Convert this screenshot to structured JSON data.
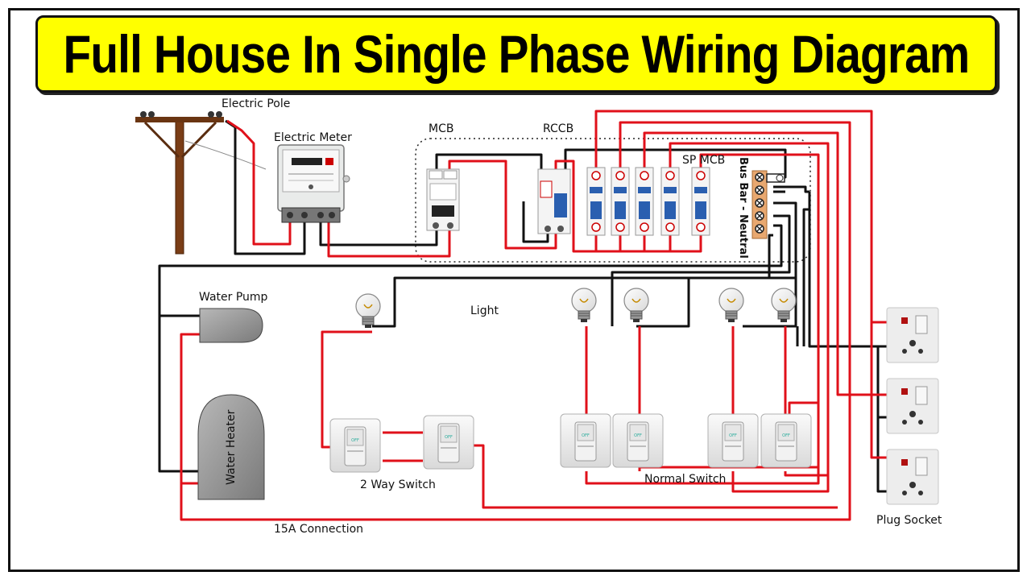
{
  "title": "Full House In Single Phase Wiring Diagram",
  "labels": {
    "electric_pole": "Electric Pole",
    "electric_meter": "Electric Meter",
    "mcb": "MCB",
    "rccb": "RCCB",
    "sp_mcb": "SP MCB",
    "bus_bar": "Bus Bar - Neutral",
    "water_pump": "Water Pump",
    "water_heater": "Water Heater",
    "light": "Light",
    "two_way_switch": "2 Way Switch",
    "normal_switch": "Normal Switch",
    "plug_socket": "Plug Socket",
    "connection_15a": "15A Connection"
  },
  "colors": {
    "live": "#e0101a",
    "neutral": "#111111",
    "title_bg": "#ffff00"
  }
}
